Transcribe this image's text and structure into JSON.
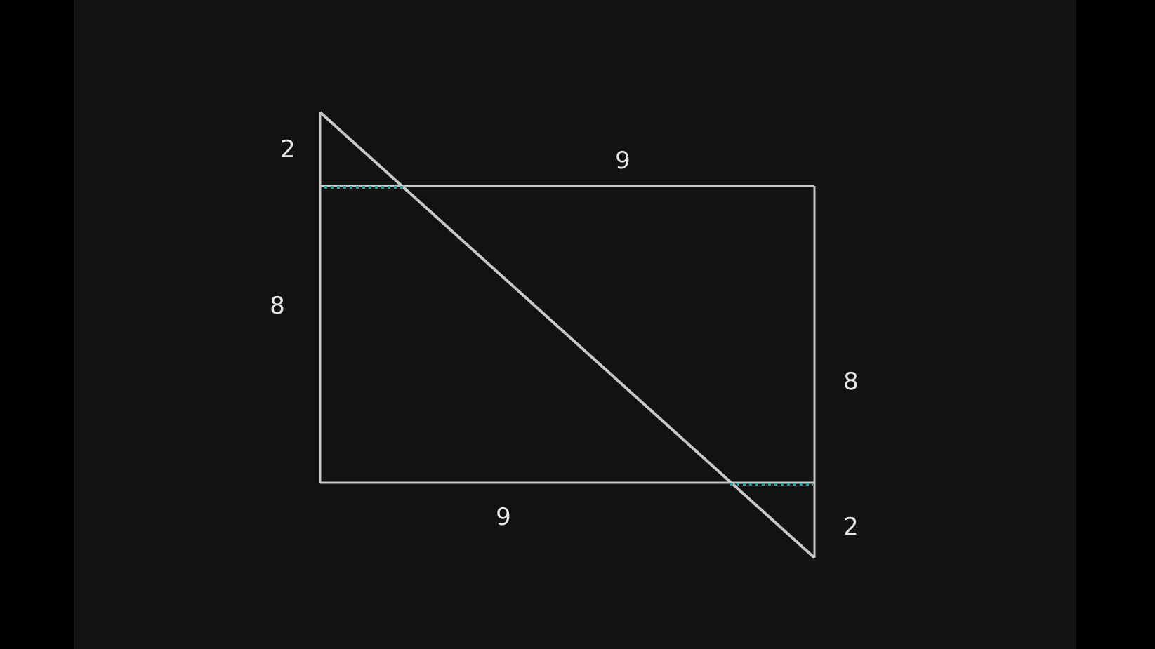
{
  "colors": {
    "background": "#121212",
    "letterbox": "#000000",
    "line": "#c8c8c8",
    "dotted": "#2aa39a",
    "text": "#e6e6e6"
  },
  "labels": {
    "left_top": "2",
    "left_side": "8",
    "top_edge": "9",
    "bottom_edge": "9",
    "right_side": "8",
    "right_bottom": "2"
  }
}
